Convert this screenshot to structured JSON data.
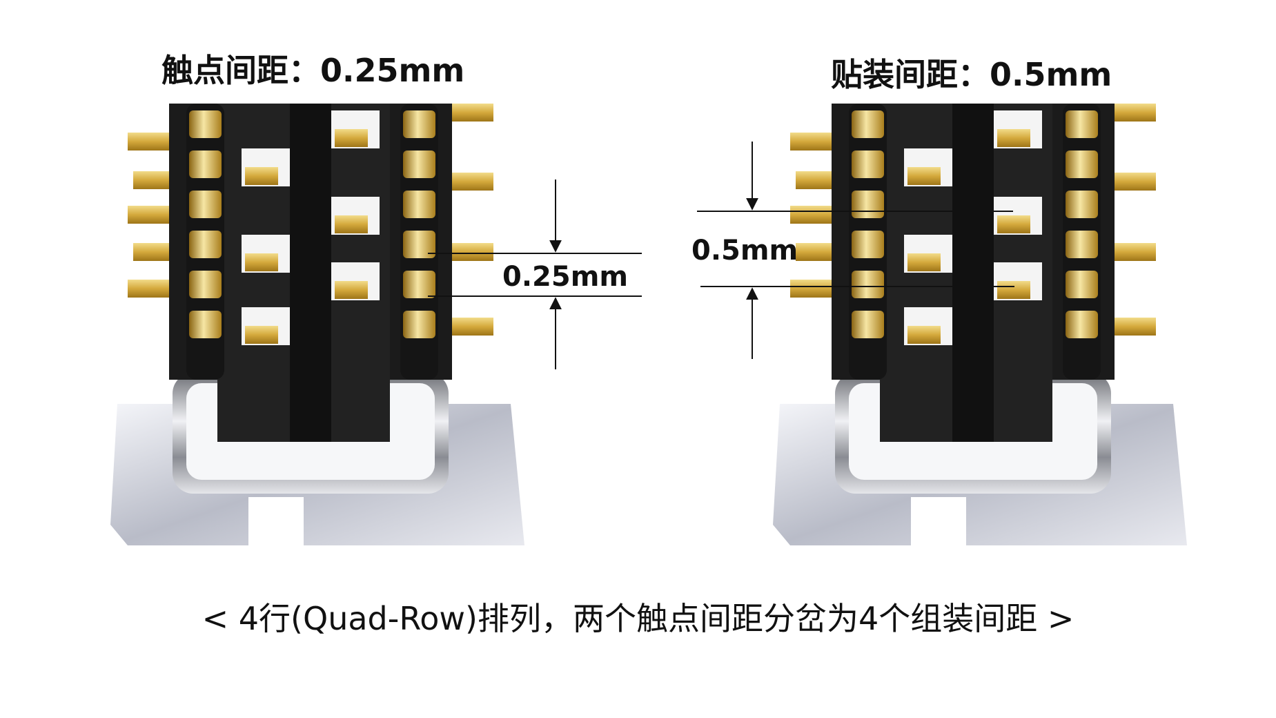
{
  "left_panel": {
    "title": "触点间距：0.25mm",
    "dimension_label": "0.25mm"
  },
  "right_panel": {
    "title": "贴装间距：0.5mm",
    "dimension_label": "0.5mm"
  },
  "caption": "< 4行(Quad-Row)排列，两个触点间距分岔为4个组装间距 >",
  "colors": {
    "gold": "#d8b24a",
    "gold_dark": "#a67d1e",
    "connector_body": "#1b1b1b",
    "shield_metal": "#c9cbd3",
    "dimension_line": "#111111"
  }
}
